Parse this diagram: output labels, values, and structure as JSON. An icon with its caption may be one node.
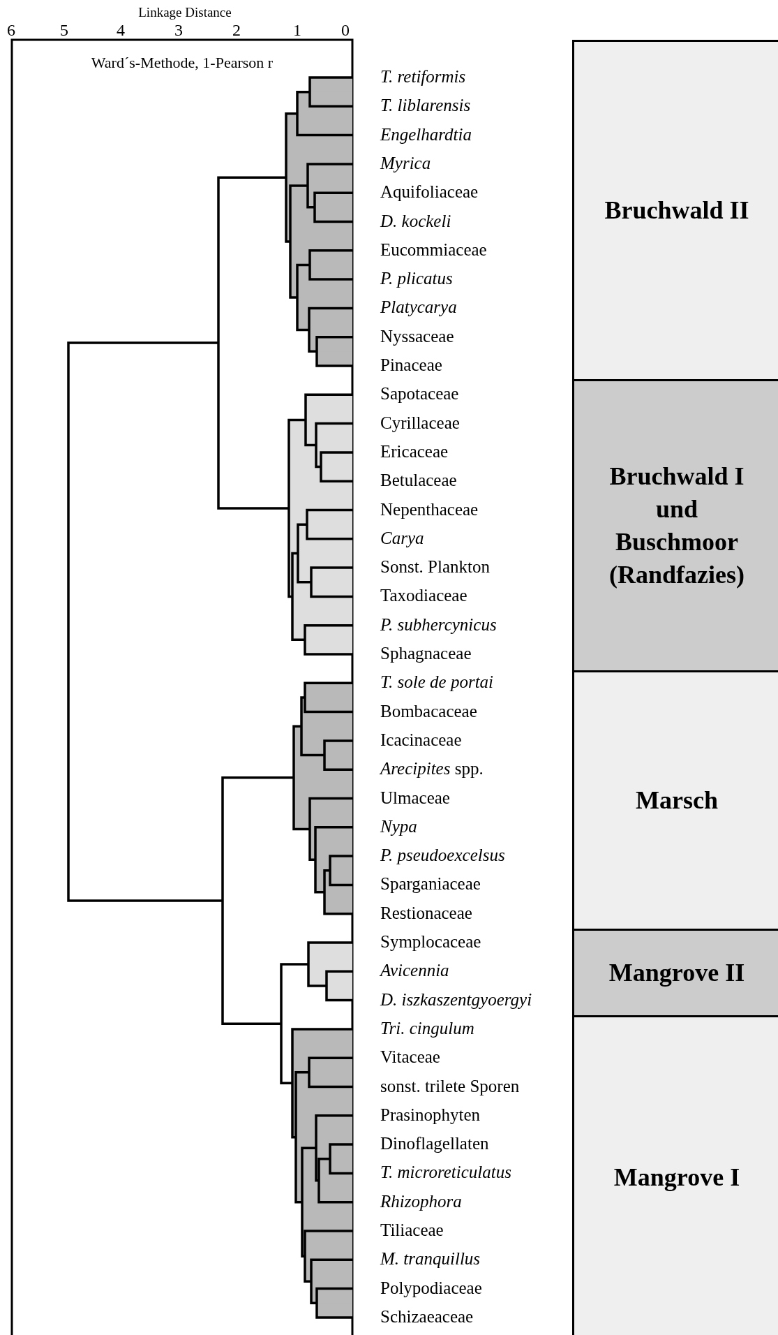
{
  "diagram": {
    "nodes": [
      {
        "text": [
          "Bruchwald II"
        ]
      },
      {
        "text": [
          "Bruchwald I und Buschmoor (Randfazies)"
        ]
      },
      {
        "text": [
          "Marsch"
        ]
      },
      {
        "text": [
          "Mangrove II"
        ]
      },
      {
        "text": [
          "Mangrove I"
        ]
      }
    ],
    "labels": [
      "Linkage Distance",
      "6",
      "5",
      "4",
      "3",
      "2",
      "1",
      "0",
      "Ward´s-Methode, 1-Pearson r",
      "T. retiformis",
      "T. liblarensis",
      "Engelhardtia",
      "Myrica",
      "Aquifoliaceae",
      "D. kockeli",
      "Eucommiaceae",
      "P. plicatus",
      "Platycarya",
      "Nyssaceae",
      "Pinaceae",
      "Sapotaceae",
      "Cyrillaceae",
      "Ericaceae",
      "Betulaceae",
      "Nepenthaceae",
      "Carya",
      "Sonst. Plankton",
      "Taxodiaceae",
      "P. subhercynicus",
      "Sphagnaceae",
      "T. sole de portai",
      "Bombacaceae",
      "Icacinaceae",
      "*Arecipites* spp.",
      "Ulmaceae",
      "Nypa",
      "P. pseudoexcelsus",
      "Sparganiaceae",
      "Restionaceae",
      "Symplocaceae",
      "Avicennia",
      "D. iszkaszentgyoergyi",
      "Tri. cingulum",
      "Vitaceae",
      "sonst. trilete Sporen",
      "Prasinophyten",
      "Dinoflagellaten",
      "T. microreticulatus",
      "Rhizophora",
      "Tiliaceae",
      "M. tranquillus",
      "Polypodiaceae",
      "Schizaeaceae"
    ]
  }
}
